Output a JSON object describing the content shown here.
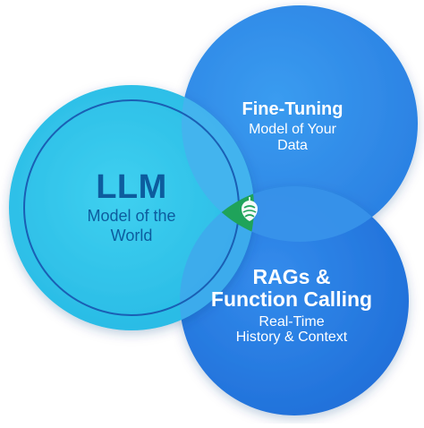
{
  "llm": {
    "title": "LLM",
    "subtitle_line1": "Model of the",
    "subtitle_line2": "World"
  },
  "fine_tuning": {
    "title": "Fine-Tuning",
    "subtitle_line1": "Model of Your",
    "subtitle_line2": "Data"
  },
  "rags": {
    "title_line1": "RAGs &",
    "title_line2": "Function Calling",
    "subtitle_line1": "Real-Time",
    "subtitle_line2": "History & Context"
  },
  "center": {
    "icon": "hop-cone-icon"
  },
  "colors": {
    "llm_fill": "#33c6ea",
    "llm_ring": "#1a5fb4",
    "ft_fill": "#2f8ae6",
    "rag_fill": "#2a7ae0",
    "center_badge": "#1fa35a",
    "text_dark": "#0d5c9e",
    "text_light": "#ffffff"
  }
}
